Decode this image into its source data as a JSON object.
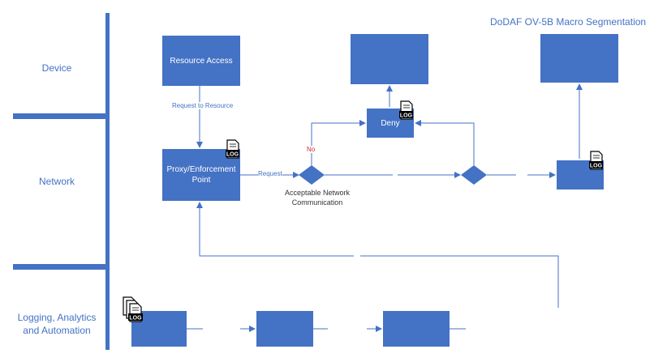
{
  "title": "DoDAF OV-5B Macro Segmentation",
  "lanes": {
    "device": "Device",
    "network": "Network",
    "logging": "Logging, Analytics and Automation"
  },
  "boxes": {
    "resource_access": "Resource Access",
    "proxy": "Proxy/Enforcement Point",
    "deny": "Deny"
  },
  "labels": {
    "request_to_resource": "Request to Resource",
    "request": "Request",
    "no": "No",
    "acceptable": "Acceptable Network Communication"
  },
  "log_icon_text": "LOG",
  "colors": {
    "accent": "#4472c4",
    "no_label": "#d9232e",
    "divider": "#4472c4"
  }
}
